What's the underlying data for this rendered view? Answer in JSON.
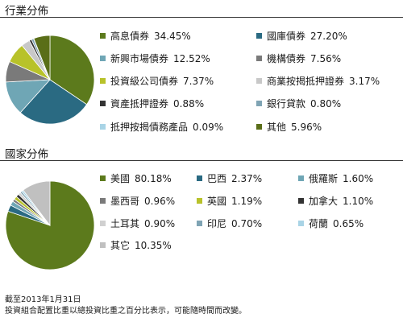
{
  "sections": {
    "industry": {
      "title": "行業分佈",
      "legend": [
        {
          "label": "高息債券",
          "value": "34.45%",
          "color": "#5c7a1c"
        },
        {
          "label": "國庫債券",
          "value": "27.20%",
          "color": "#2a6a82"
        },
        {
          "label": "新興市場債券",
          "value": "12.52%",
          "color": "#6fa6b5"
        },
        {
          "label": "機構債券",
          "value": "7.56%",
          "color": "#7a7a7a"
        },
        {
          "label": "投資級公司債券",
          "value": "7.37%",
          "color": "#b8c22a"
        },
        {
          "label": "商業按揭抵押證券",
          "value": "3.17%",
          "color": "#c8c8c8"
        },
        {
          "label": "資產抵押證券",
          "value": "0.88%",
          "color": "#333333"
        },
        {
          "label": "銀行貸款",
          "value": "0.80%",
          "color": "#7fa4b4"
        },
        {
          "label": "抵押按揭債務產品",
          "value": "0.09%",
          "color": "#a9d4e6"
        },
        {
          "label": "其他",
          "value": "5.96%",
          "color": "#5a6e18"
        }
      ]
    },
    "country": {
      "title": "國家分佈",
      "legend": [
        {
          "label": "美國",
          "value": "80.18%",
          "color": "#5c7a1c"
        },
        {
          "label": "巴西",
          "value": "2.37%",
          "color": "#2a6a82"
        },
        {
          "label": "俄羅斯",
          "value": "1.60%",
          "color": "#6fa6b5"
        },
        {
          "label": "墨西哥",
          "value": "0.96%",
          "color": "#7a7a7a"
        },
        {
          "label": "英國",
          "value": "1.19%",
          "color": "#b8c22a"
        },
        {
          "label": "加拿大",
          "value": "1.10%",
          "color": "#333333"
        },
        {
          "label": "土耳其",
          "value": "0.90%",
          "color": "#d0d0d0"
        },
        {
          "label": "印尼",
          "value": "0.70%",
          "color": "#7fa4b4"
        },
        {
          "label": "荷蘭",
          "value": "0.65%",
          "color": "#a9d4e6"
        },
        {
          "label": "其它",
          "value": "10.35%",
          "color": "#c0c0c0"
        }
      ]
    }
  },
  "chart_data": [
    {
      "type": "pie",
      "title": "行業分佈",
      "categories": [
        "高息債券",
        "國庫債券",
        "新興市場債券",
        "機構債券",
        "投資級公司債券",
        "商業按揭抵押證券",
        "資產抵押證券",
        "銀行貸款",
        "抵押按揭債務產品",
        "其他"
      ],
      "values": [
        34.45,
        27.2,
        12.52,
        7.56,
        7.37,
        3.17,
        0.88,
        0.8,
        0.09,
        5.96
      ]
    },
    {
      "type": "pie",
      "title": "國家分佈",
      "categories": [
        "美國",
        "巴西",
        "俄羅斯",
        "墨西哥",
        "英國",
        "加拿大",
        "土耳其",
        "印尼",
        "荷蘭",
        "其它"
      ],
      "values": [
        80.18,
        2.37,
        1.6,
        0.96,
        1.19,
        1.1,
        0.9,
        0.7,
        0.65,
        10.35
      ]
    }
  ],
  "footer": {
    "date_line": "截至2013年1月31日",
    "note_line": "投資組合配置比重以總投資比重之百分比表示，可能隨時間而改變。"
  }
}
